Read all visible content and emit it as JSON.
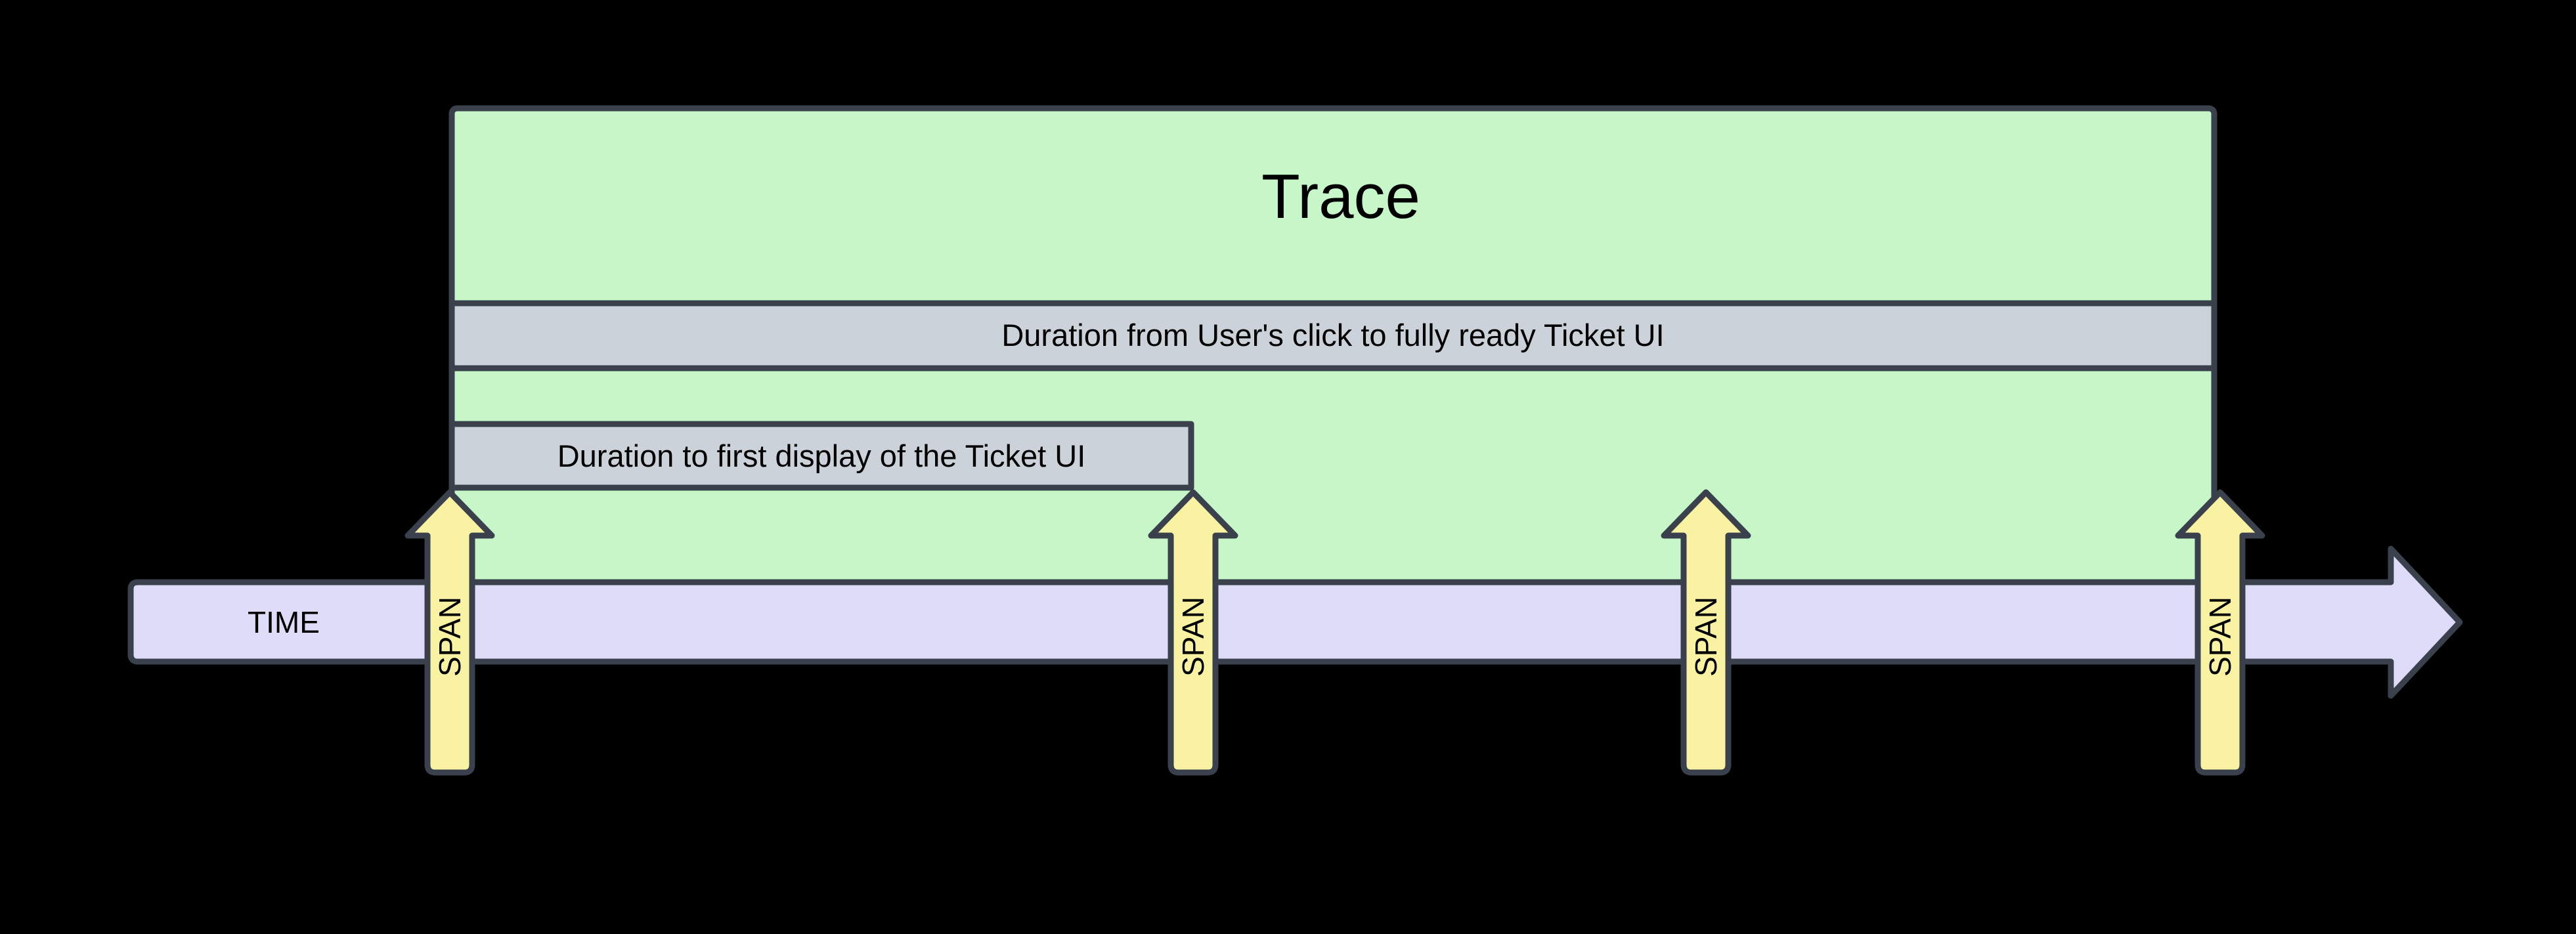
{
  "diagram": {
    "trace": {
      "label": "Trace"
    },
    "duration_full": {
      "label": "Duration from User's click to fully ready Ticket UI"
    },
    "duration_first": {
      "label": "Duration to first display of the Ticket UI"
    },
    "time_axis": {
      "label": "TIME"
    },
    "spans": [
      {
        "label": "SPAN"
      },
      {
        "label": "SPAN"
      },
      {
        "label": "SPAN"
      },
      {
        "label": "SPAN"
      }
    ]
  },
  "colors": {
    "background": "#000000",
    "trace_fill": "#c7f6c9",
    "duration_fill": "#ccd2da",
    "time_fill": "#dedcf8",
    "span_fill": "#f8f2a2",
    "outline": "#3a414c",
    "text": "#000000"
  }
}
